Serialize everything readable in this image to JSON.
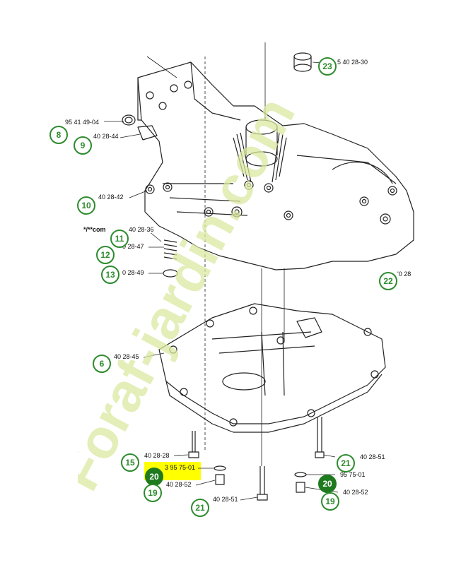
{
  "callouts": [
    {
      "id": "8",
      "filled": false
    },
    {
      "id": "9",
      "filled": false
    },
    {
      "id": "10",
      "filled": false
    },
    {
      "id": "11",
      "filled": false
    },
    {
      "id": "12",
      "filled": false
    },
    {
      "id": "13",
      "filled": false
    },
    {
      "id": "6",
      "filled": false
    },
    {
      "id": "15",
      "filled": false
    },
    {
      "id": "20",
      "filled": true
    },
    {
      "id": "19",
      "filled": false
    },
    {
      "id": "21",
      "filled": false
    },
    {
      "id": "21",
      "filled": false
    },
    {
      "id": "20",
      "filled": true
    },
    {
      "id": "19",
      "filled": false
    },
    {
      "id": "22",
      "filled": false
    },
    {
      "id": "23",
      "filled": false
    }
  ],
  "part_numbers": [
    "95 41 49-04",
    "40 28-44",
    "40 28-42",
    "*/**com",
    "40 28-36",
    "0 28-47",
    "0 28-49",
    "40 28-45",
    "40 28-28",
    "3 95 75-01",
    "40 28-52",
    "40 28-51",
    "40 28-51",
    "95 75-01",
    "40 28-52",
    "'0 28",
    "5 40 28-30"
  ],
  "watermark": "Foraf-jardin.com",
  "colors": {
    "callout_green": "#2e8b2e",
    "highlight": "#ffff00",
    "watermark": "#d9e8a0"
  }
}
